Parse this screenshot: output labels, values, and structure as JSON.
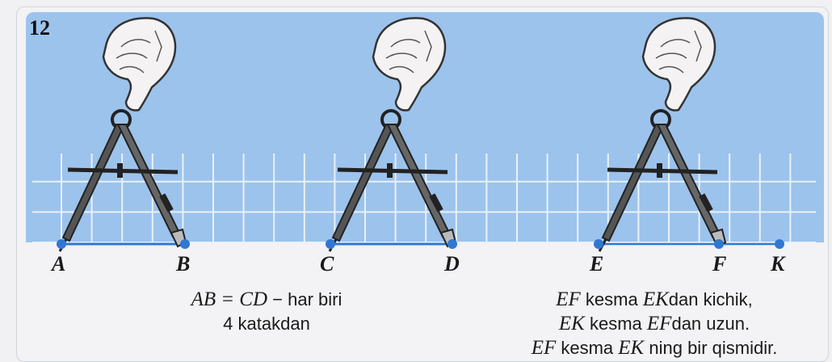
{
  "figure_number": "12",
  "points": {
    "A": "A",
    "B": "B",
    "C": "C",
    "D": "D",
    "E": "E",
    "F": "F",
    "K": "K"
  },
  "caption_left": {
    "seg1": "AB",
    "eq": "=",
    "seg2": "CD",
    "dash": "−",
    "text1": "har biri",
    "line2": "4 katakdan"
  },
  "caption_right": {
    "l1_seg1": "EF",
    "l1_t1": "kesma",
    "l1_seg2": "EK",
    "l1_t2": "dan kichik,",
    "l2_seg1": "EK",
    "l2_t1": "kesma",
    "l2_seg2": "EF",
    "l2_t2": "dan uzun.",
    "l3_seg1": "EF",
    "l3_t1": "kesma",
    "l3_seg2": "EK",
    "l3_t2": "ning bir qismidir."
  },
  "colors": {
    "panel": "#9cc3ec",
    "grid": "#e8f1fb",
    "segment": "#2f78d2",
    "point": "#2f78d2"
  },
  "icons": [
    "hand-icon",
    "compass-icon"
  ]
}
